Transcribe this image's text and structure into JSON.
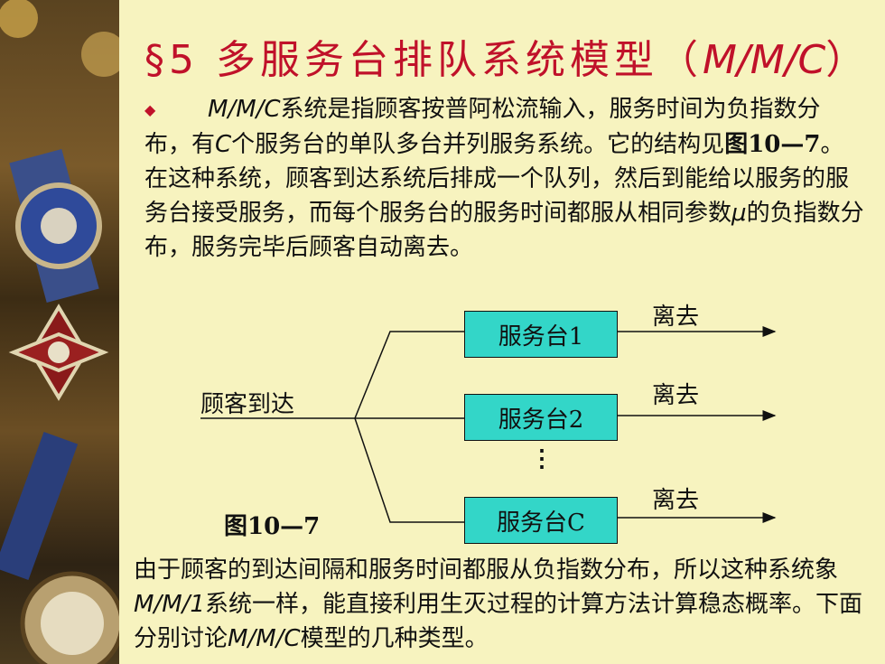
{
  "title": {
    "prefix": "§5 多服务台排队系统模型（",
    "model": "M/M/C",
    "suffix": "）"
  },
  "intro": {
    "bullet": "◆",
    "model": "M/M/C",
    "t1": "系统是指顾客按普阿松流输入，服务时间为负指数分布，有",
    "c": "C",
    "t2": "个服务台的单队多台并列服务系统。它的结构见",
    "fig_ref": "图10—7",
    "t3": "。在这种系统，顾客到达系统后排成一个队列，然后到能给以服务的服务台接受服务，而每个服务台的服务时间都服从相同参数",
    "mu": "μ",
    "t4": "的负指数分布，服务完毕后顾客自动离去。"
  },
  "diagram": {
    "arrival": "顾客到达",
    "servers": [
      "服务台1",
      "服务台2",
      "服务台C"
    ],
    "departures": [
      "离去",
      "离去",
      "离去"
    ],
    "ellipsis": "⋮",
    "caption": "图10—7"
  },
  "closing": {
    "t1": "由于顾客的到达间隔和服务时间都服从负指数分布，所以这种系统象",
    "model1": "M/M/1",
    "t2": "系统一样，能直接利用生灭过程的计算方法计算稳态概率。下面分别讨论",
    "model2": "M/M/C",
    "t3": "模型的几种类型。"
  }
}
